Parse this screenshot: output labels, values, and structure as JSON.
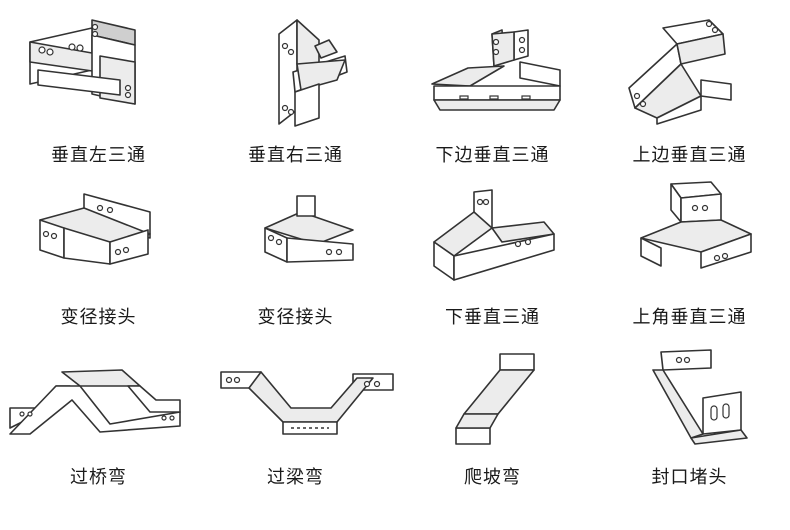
{
  "items": [
    {
      "label": "垂直左三通",
      "icon": "vertical-left-tee-icon"
    },
    {
      "label": "垂直右三通",
      "icon": "vertical-right-tee-icon"
    },
    {
      "label": "下边垂直三通",
      "icon": "lower-side-vertical-tee-icon"
    },
    {
      "label": "上边垂直三通",
      "icon": "upper-side-vertical-tee-icon"
    },
    {
      "label": "变径接头",
      "icon": "reducer-joint-icon"
    },
    {
      "label": "变径接头",
      "icon": "reducer-joint-icon"
    },
    {
      "label": "下垂直三通",
      "icon": "lower-vertical-tee-icon"
    },
    {
      "label": "上角垂直三通",
      "icon": "upper-corner-vertical-tee-icon"
    },
    {
      "label": "过桥弯",
      "icon": "bridge-bend-icon"
    },
    {
      "label": "过梁弯",
      "icon": "beam-bend-icon"
    },
    {
      "label": "爬坡弯",
      "icon": "slope-bend-icon"
    },
    {
      "label": "封口堵头",
      "icon": "end-cap-icon"
    }
  ]
}
